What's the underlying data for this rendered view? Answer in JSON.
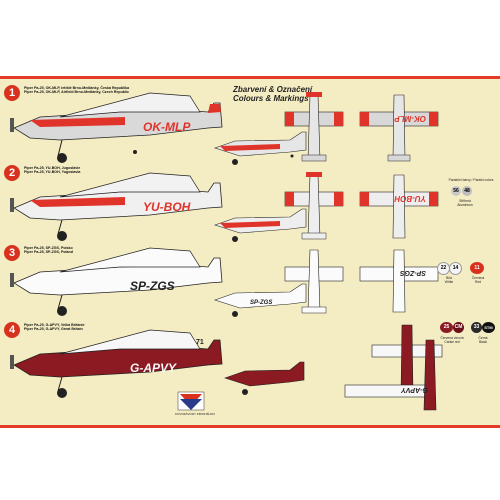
{
  "title": {
    "line1": "Zbarvení & Označení",
    "line2": "Colours & Markings"
  },
  "schemes": [
    {
      "number": "1",
      "line1": "Piper Pa-25, OK-MLP, letiště Brno-Medlánky, Česká Republika",
      "line2": "Piper Pa-25, OK-MLP, Airfield Brno-Medlánky, Czech Republic",
      "registration": "OK-MLP",
      "color": "#e0332a"
    },
    {
      "number": "2",
      "line1": "Piper Pa-25, YU-BOH, Jugoslávie",
      "line2": "Piper Pa-25, YU-BOH, Yugoslavia",
      "registration": "YU-BOH",
      "color": "#e0332a"
    },
    {
      "number": "3",
      "line1": "Piper Pa-25, SP-ZGS, Polsko",
      "line2": "Piper Pa-25, SP-ZGS, Poland",
      "registration": "SP-ZGS",
      "color": "#222222"
    },
    {
      "number": "4",
      "line1": "Piper Pa-25, G-APVY, Velká Británie",
      "line2": "Piper Pa-25, G-APVY, Great Britain",
      "registration": "G-APVY",
      "color": "#8b1a22"
    }
  ],
  "legend": [
    {
      "line1": "Stříbrná",
      "line2": "Aluminium",
      "codes": "56 | 48"
    },
    {
      "line1": "Bílá",
      "line2": "White",
      "codes": "22 | 14"
    },
    {
      "line1": "Červená",
      "line2": "Red",
      "codes": "11"
    },
    {
      "line1": "Červená vínová",
      "line2": "Carise red",
      "codes": "25 | CM"
    },
    {
      "line1": "Černá",
      "line2": "Black",
      "codes": "33 | STM"
    }
  ],
  "parallel_label": "Paralelní barvy / Paralel colors",
  "tail_number": "71",
  "logo_text": "KOVOZÁVODY PROSTĚJOV",
  "colors": {
    "sheet": "#f4ecc2",
    "border": "#e23a25",
    "red": "#e0332a",
    "wine": "#8b1a22",
    "black": "#222222",
    "silver": "#d8d8d8"
  }
}
